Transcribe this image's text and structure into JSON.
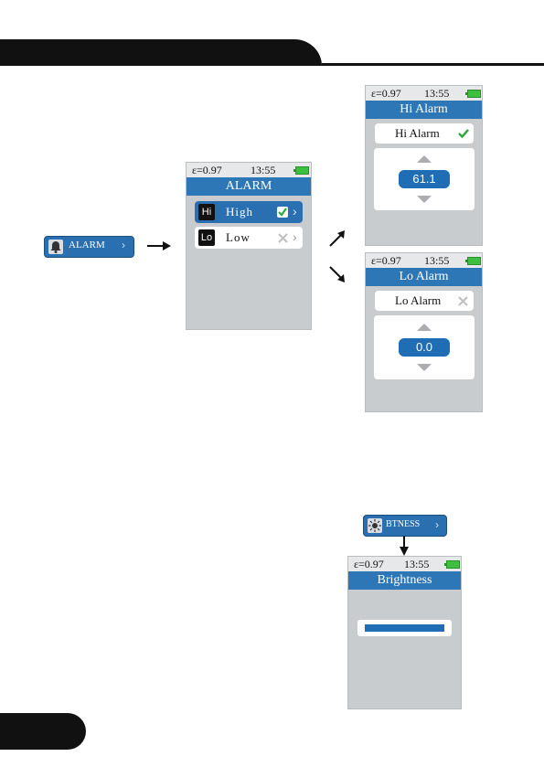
{
  "status": {
    "emissivity": "ε=0.97",
    "time": "13:55"
  },
  "alarm_menu_button": {
    "label": "ALARM",
    "chevron": "›",
    "icon": "alarm-bell-icon"
  },
  "alarm_screen": {
    "title": "ALARM",
    "items": [
      {
        "badge": "Hi",
        "label": "High",
        "state": "checked",
        "chevron": "›"
      },
      {
        "badge": "Lo",
        "label": "Low",
        "state": "unchecked",
        "chevron": "›"
      }
    ]
  },
  "hi_alarm_screen": {
    "title": "Hi Alarm",
    "toggle_label": "Hi Alarm",
    "value": "61.1",
    "state": "checked"
  },
  "lo_alarm_screen": {
    "title": "Lo Alarm",
    "toggle_label": "Lo Alarm",
    "value": "0.0",
    "state": "unchecked"
  },
  "brightness_menu_button": {
    "label": "BTNESS",
    "chevron": "›",
    "icon": "sun-icon"
  },
  "brightness_screen": {
    "title": "Brightness",
    "level": 1.0
  },
  "colors": {
    "accent": "#2d77b7",
    "check": "#2eaa3c",
    "cross": "#c0c0c0"
  }
}
